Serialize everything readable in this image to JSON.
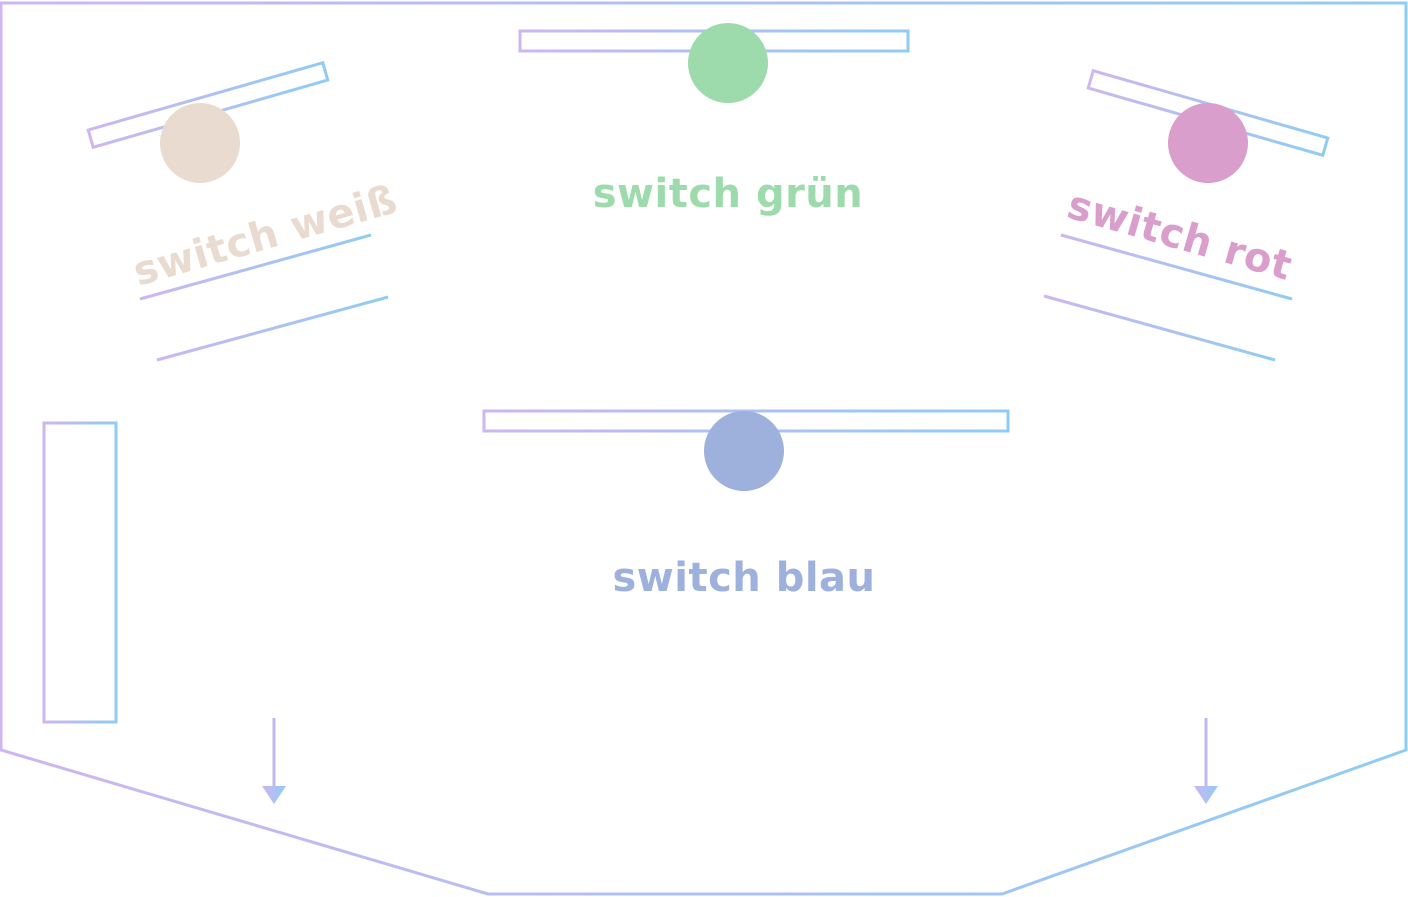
{
  "colors": {
    "gradient_start": "#cdb6f1",
    "gradient_end": "#8fccf4",
    "weiss": "#e9dbcf",
    "gruen": "#9edbac",
    "rot": "#d99ecb",
    "blau": "#9eb0dc"
  },
  "switches": {
    "weiss": {
      "label": "switch weiß"
    },
    "gruen": {
      "label": "switch grün"
    },
    "rot": {
      "label": "switch rot"
    },
    "blau": {
      "label": "switch blau"
    }
  }
}
